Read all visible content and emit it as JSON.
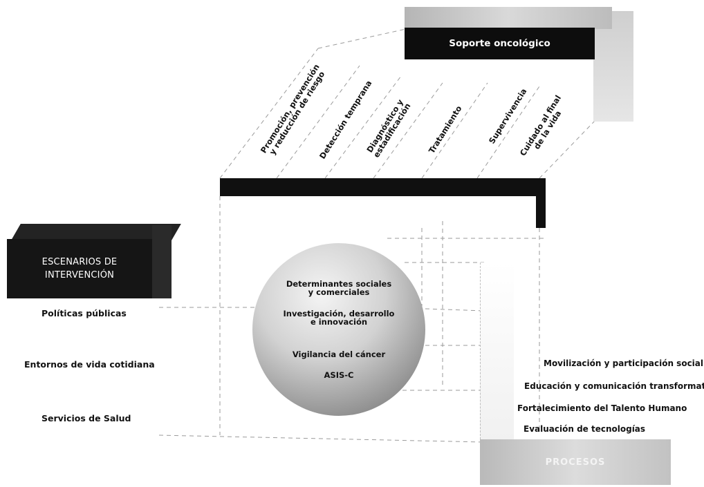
{
  "top_box": {
    "label": "Soporte oncológico"
  },
  "stages": [
    {
      "line1": "Promoción, prevención",
      "line2": "y reducción de riesgo"
    },
    {
      "line1": "Detección temprana",
      "line2": ""
    },
    {
      "line1": "Diagnóstico y",
      "line2": "estadificación"
    },
    {
      "line1": "Tratamiento",
      "line2": ""
    },
    {
      "line1": "Supervivencia",
      "line2": ""
    },
    {
      "line1": "Cuidado al final",
      "line2": "de la vida"
    }
  ],
  "scenarios": {
    "title_line1": "ESCENARIOS DE",
    "title_line2": "INTERVENCIÓN",
    "items": [
      "Políticas públicas",
      "Entornos de vida cotidiana",
      "Servicios de Salud"
    ]
  },
  "sphere": {
    "items": [
      {
        "line1": "Determinantes sociales",
        "line2": "y comerciales"
      },
      {
        "line1": "Investigación, desarrollo",
        "line2": "e innovación"
      },
      {
        "line1": "Vigilancia del cáncer",
        "line2": ""
      },
      {
        "line1": "ASIS-C",
        "line2": ""
      }
    ]
  },
  "processes": {
    "items": [
      "Movilización y participación social",
      "Educación y comunicación transformativa",
      "Fortalecimiento del Talento Humano",
      "Evaluación de tecnologías"
    ],
    "box_label": "PROCESOS"
  }
}
